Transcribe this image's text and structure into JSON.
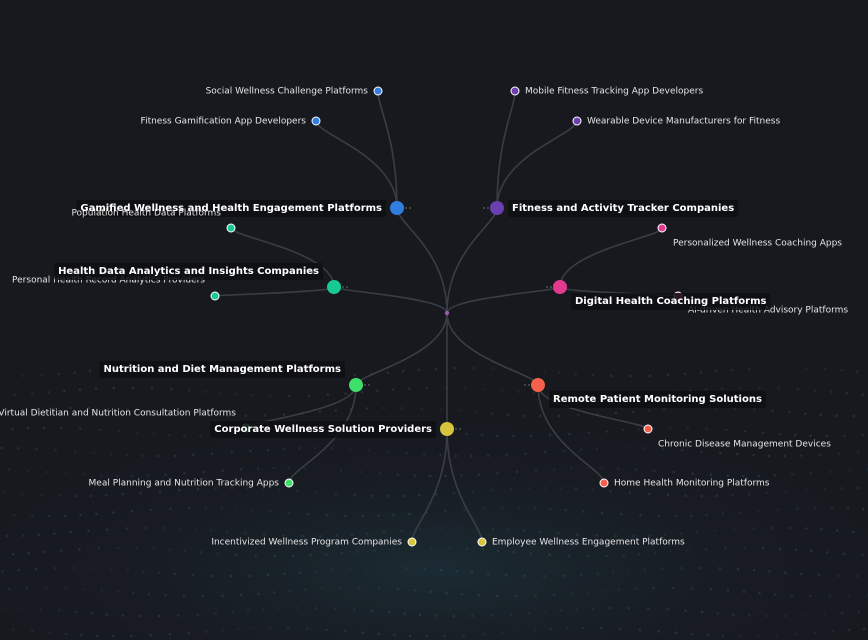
{
  "colors": {
    "background": "#17191f",
    "edge": "#3a3d44",
    "label_box": "#0e0f12",
    "root": "#9b59b6"
  },
  "categories": [
    {
      "label": "Gamified Wellness and Health Engagement Platforms",
      "color": "#2f7ee0",
      "children": [
        "Social Wellness Challenge Platforms",
        "Fitness Gamification App Developers"
      ]
    },
    {
      "label": "Fitness and Activity Tracker Companies",
      "color": "#6b3fb0",
      "children": [
        "Mobile Fitness Tracking App Developers",
        "Wearable Device Manufacturers for Fitness"
      ]
    },
    {
      "label": "Health Data Analytics and Insights Companies",
      "color": "#19c995",
      "children": [
        "Population Health Data Platforms",
        "Personal Health Record Analytics Providers"
      ]
    },
    {
      "label": "Digital Health Coaching Platforms",
      "color": "#e23b8e",
      "children": [
        "Personalized Wellness Coaching Apps",
        "AI-driven Health Advisory Platforms"
      ]
    },
    {
      "label": "Nutrition and Diet Management Platforms",
      "color": "#3ee06a",
      "children": [
        "Virtual Dietitian and Nutrition Consultation Platforms",
        "Meal Planning and Nutrition Tracking Apps"
      ]
    },
    {
      "label": "Remote Patient Monitoring Solutions",
      "color": "#f4604c",
      "children": [
        "Chronic Disease Management Devices",
        "Home Health Monitoring Platforms"
      ]
    },
    {
      "label": "Corporate Wellness Solution Providers",
      "color": "#d6c43c",
      "children": [
        "Incentivized Wellness Program Companies",
        "Employee Wellness Engagement Platforms"
      ]
    }
  ]
}
